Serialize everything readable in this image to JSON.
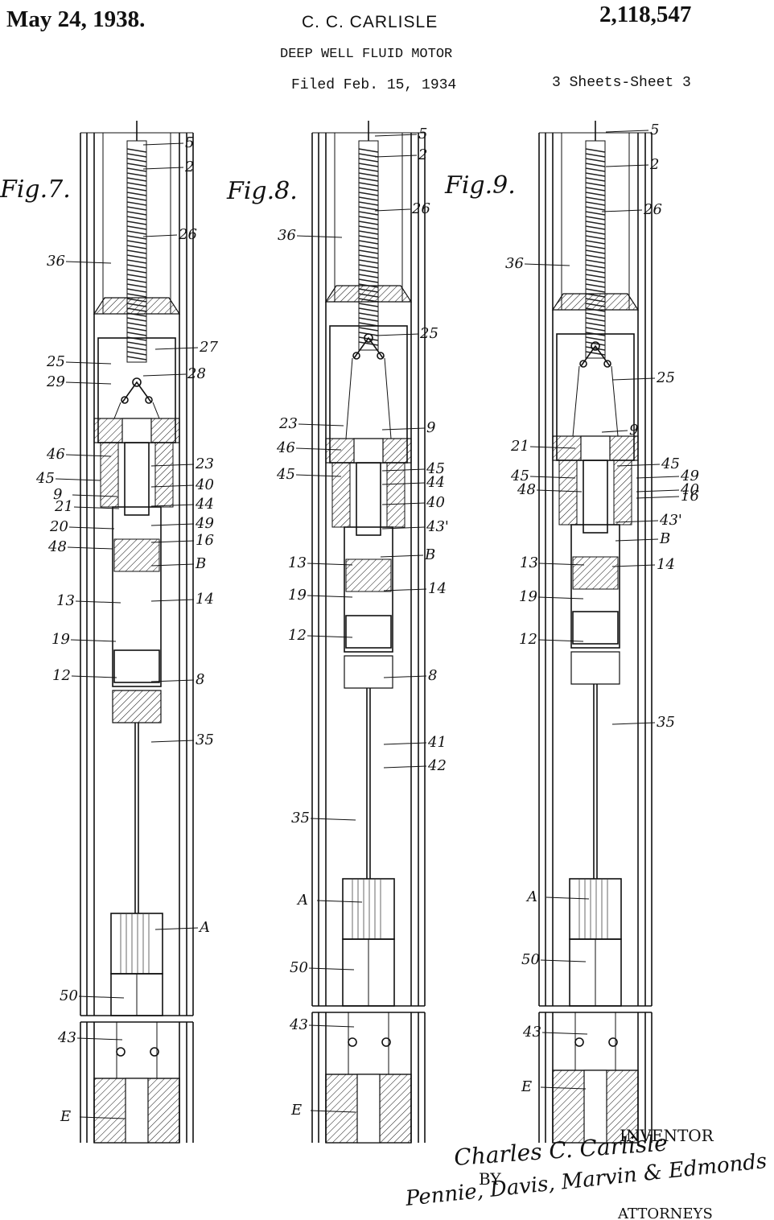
{
  "header": {
    "date": "May 24, 1938.",
    "inventor": "C. C. CARLISLE",
    "patent_number": "2,118,547",
    "title": "DEEP WELL FLUID MOTOR",
    "filed": "Filed Feb. 15, 1934",
    "sheets": "3 Sheets-Sheet 3"
  },
  "figures": [
    {
      "label": "Fig.7.",
      "refs": [
        "5",
        "2",
        "26",
        "36",
        "27",
        "25",
        "28",
        "29",
        "46",
        "23",
        "45",
        "40",
        "9",
        "44",
        "21",
        "49",
        "20",
        "16",
        "48",
        "B",
        "13",
        "14",
        "19",
        "12",
        "8",
        "35",
        "A",
        "50",
        "43",
        "E"
      ]
    },
    {
      "label": "Fig.8.",
      "refs": [
        "5",
        "2",
        "26",
        "36",
        "25",
        "23",
        "9",
        "46",
        "45",
        "45",
        "44",
        "40",
        "43'",
        "13",
        "B",
        "19",
        "14",
        "12",
        "8",
        "41",
        "42",
        "35",
        "A",
        "50",
        "43",
        "E"
      ]
    },
    {
      "label": "Fig.9.",
      "refs": [
        "5",
        "2",
        "26",
        "36",
        "25",
        "9",
        "21",
        "45",
        "45",
        "49",
        "40",
        "16",
        "48",
        "43'",
        "13",
        "B",
        "14",
        "19",
        "12",
        "35",
        "A",
        "50",
        "43",
        "E"
      ]
    }
  ],
  "signature": {
    "inventor_label": "INVENTOR",
    "inventor_signature": "Charles C. Carlisle",
    "by_label": "BY",
    "attorney_signature": "Pennie, Davis, Marvin & Edmonds",
    "attorneys_label": "ATTORNEYS"
  }
}
